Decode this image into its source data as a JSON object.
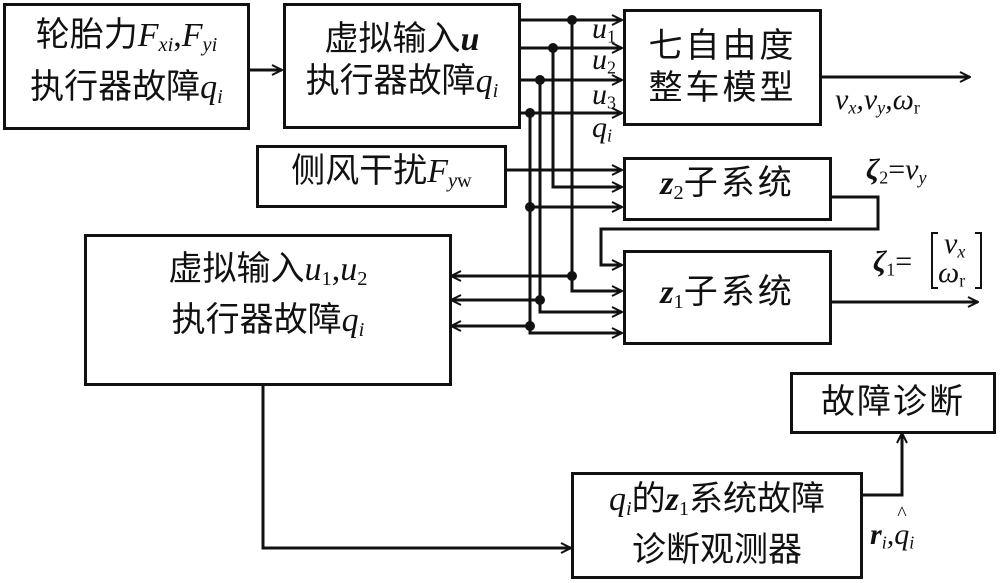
{
  "diagram": {
    "blocks": {
      "tire_force": {
        "line1_cn": "轮胎力",
        "line1_math": "F_xi, F_yi",
        "line2_cn": "执行器故障",
        "line2_math": "q_i"
      },
      "virtual_input_u": {
        "line1_cn": "虚拟输入",
        "line1_math": "u",
        "line2_cn": "执行器故障",
        "line2_math": "q_i"
      },
      "seven_dof": {
        "line1": "七自由度",
        "line2": "整车模型"
      },
      "crosswind": {
        "text_cn": "侧风干扰",
        "math": "F_yw"
      },
      "z2_subsystem": {
        "math": "z2",
        "text_cn": "子系统"
      },
      "z1_subsystem": {
        "math": "z1",
        "text_cn": "子系统"
      },
      "virtual_input_u12": {
        "line1_cn": "虚拟输入",
        "line1_math": "u1, u2",
        "line2_cn": "执行器故障",
        "line2_math": "q_i"
      },
      "fault_diagnosis": {
        "text": "故障诊断"
      },
      "observer": {
        "line1_pre": "q_i",
        "line1_cn": "的",
        "line1_math": "z1",
        "line1_post": "系统故障",
        "line2": "诊断观测器"
      }
    },
    "signals": {
      "u1": "u1",
      "u2": "u2",
      "u3": "u3",
      "qi": "q_i",
      "seven_dof_output": "v_x, v_y, ω_r",
      "zeta2": "ζ2 = v_y",
      "zeta1": "ζ1 = [v_x; ω_r]",
      "observer_output": "r_i, q̂_i"
    }
  }
}
